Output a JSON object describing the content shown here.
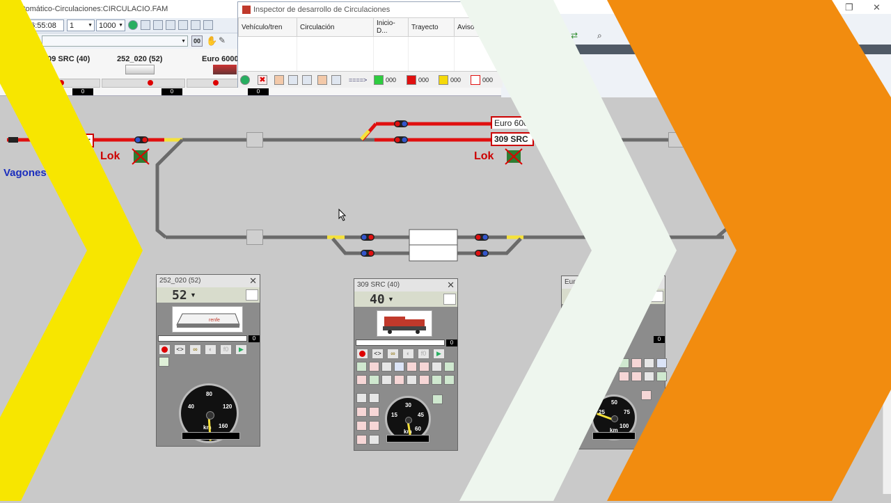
{
  "window": {
    "title": "Automático-Circulaciones:CIRCULACIO.FAM",
    "controls": [
      "❐",
      "✕"
    ]
  },
  "toolbar": {
    "time": "06:55:08",
    "multiplier": "1",
    "scale": "1000",
    "counter": "00"
  },
  "engines": [
    {
      "name": "309 SRC (40)",
      "bar": "0"
    },
    {
      "name": "252_020 (52)",
      "bar": "0"
    },
    {
      "name": "Euro 6000",
      "bar": "0"
    }
  ],
  "inspector": {
    "title": "Inspector de desarrollo de Circulaciones",
    "columns": [
      "Vehículo/tren",
      "Circulación",
      "Inicio-D...",
      "Trayecto",
      "Aviso"
    ],
    "arrow_label": "====>",
    "counters": [
      {
        "value": "000",
        "color": "#2ecc40"
      },
      {
        "value": "000",
        "color": "#e01010"
      },
      {
        "value": "000",
        "color": "#f5d90a"
      },
      {
        "value": "000",
        "color": "#e01010"
      }
    ]
  },
  "layout": {
    "lok_left": "Lok",
    "lok_right": "Lok",
    "vagones": "Vagones",
    "train_left": "ler",
    "train_right_top": "Euro 600",
    "train_right_bottom": "309 SRC"
  },
  "throttles": [
    {
      "title": "252_020 (52)",
      "address": "52",
      "speed_value": "0",
      "gauge_labels": [
        "40",
        "80",
        "120",
        "160"
      ],
      "gauge_unit": "km",
      "fn_label": "f0",
      "needle_fraction": 0.18
    },
    {
      "title": "309 SRC (40)",
      "address": "40",
      "speed_value": "0",
      "gauge_labels": [
        "15",
        "30",
        "45",
        "60"
      ],
      "gauge_unit": "km",
      "fn_label": "f0",
      "needle_fraction": 0.2
    },
    {
      "title": "Euro",
      "speed_value": "0",
      "gauge_labels": [
        "25",
        "50",
        "75",
        "100"
      ],
      "gauge_unit": "km"
    }
  ],
  "colors": {
    "yellow_chevron": "#f7e600",
    "white_chevron": "#eef6ee",
    "orange_chevron": "#f28c0f",
    "track": "#6a6a6a",
    "red_route": "#e01010"
  }
}
